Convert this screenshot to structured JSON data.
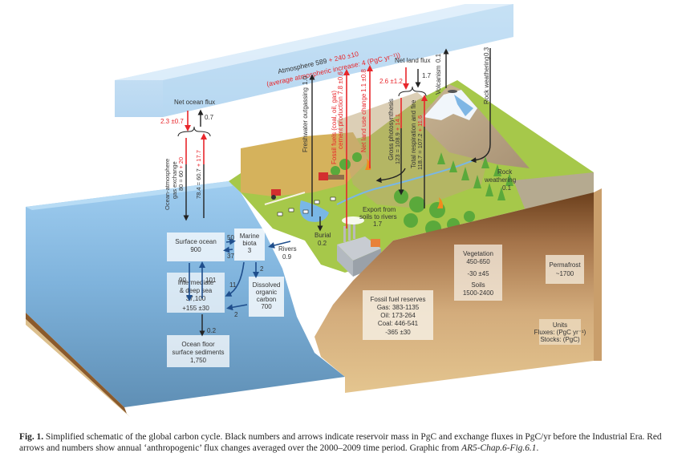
{
  "atmosphere": {
    "label": "Atmosphere 589",
    "anthro": "+ 240 ±10",
    "increase": "(average atmospheric increase: 4 (PgC yr⁻¹))"
  },
  "fluxes": {
    "net_ocean_flux": "Net ocean flux",
    "net_ocean_red": "2.3 ±0.7",
    "net_ocean_black": "0.7",
    "ocean_atm_label_1": "Ocean-atmosphere",
    "ocean_atm_label_2": "gas exchange",
    "ocean_down": "80 = 60",
    "ocean_down_red": "+ 20",
    "ocean_up": "78.4 = 60.7",
    "ocean_up_red": "+ 17.7",
    "freshwater": "Freshwater outgassing",
    "freshwater_val": "1.0",
    "fossil_1": "Fossil fuels (coal, oil, gas)",
    "fossil_2": "cement production",
    "fossil_val": "7.8 ±0.6",
    "landuse": "Net land use change",
    "landuse_val": "1.1 ±0.8",
    "net_land_flux": "Net land flux",
    "net_land_red": "2.6 ±1.2",
    "net_land_black": "1.7",
    "gpp_label": "Gross photosynthesis",
    "gpp_val": "123 = 108.9",
    "gpp_red": "+ 14.1",
    "resp_label": "Total respiration and fire",
    "resp_val": "118.7 = 107.2",
    "resp_red": "+ 11.6",
    "volcanism": "Volcanism",
    "volcanism_val": "0.1",
    "rock_weathering": "Rock weathering",
    "rock_weathering_val": "0.3",
    "rock_weathering_land_1": "Rock",
    "rock_weathering_land_2": "weathering",
    "rock_weathering_land_3": "0.1",
    "export_1": "Export from",
    "export_2": "soils to rivers",
    "export_3": "1.7",
    "rivers": "Rivers",
    "rivers_val": "0.9",
    "burial": "Burial",
    "burial_val": "0.2",
    "surf_to_biota": "50",
    "biota_to_surf": "37",
    "surf_to_deep": "90",
    "deep_to_surf": "101",
    "biota_to_doc": "2",
    "biota_to_deep": "11",
    "doc_to_deep": "2",
    "deep_to_floor": "0.2"
  },
  "reservoirs": {
    "surface_ocean": [
      "Surface ocean",
      "900"
    ],
    "marine_biota": [
      "Marine",
      "biota",
      "3"
    ],
    "deep_sea": [
      "Intermediate",
      "& deep sea",
      "37,100"
    ],
    "deep_sea_red": "+155 ±30",
    "doc": [
      "Dissolved",
      "organic",
      "carbon",
      "700"
    ],
    "ocean_floor": [
      "Ocean floor",
      "surface sediments",
      "1,750"
    ],
    "fossil_reserves": [
      "Fossil fuel reserves",
      "Gas: 383-1135",
      "Oil: 173-264",
      "Coal: 446-541"
    ],
    "fossil_red": "-365 ±30",
    "vegetation": [
      "Vegetation",
      "450-650"
    ],
    "veg_red": "-30 ±45",
    "soils": [
      "Soils",
      "1500-2400"
    ],
    "permafrost": [
      "Permafrost",
      "~1700"
    ]
  },
  "units": {
    "title": "Units",
    "fluxes": "Fluxes: (PgC yr⁻¹)",
    "stocks": "Stocks: (PgC)"
  },
  "caption": {
    "fig_label": "Fig. 1.",
    "text": " Simplified schematic of the global carbon cycle. Black numbers and arrows indicate reservoir mass in PgC and exchange fluxes in PgC/yr before the Industrial Era. Red arrows and numbers show annual ‘anthropogenic’ flux changes averaged over the 2000–2009 time period. Graphic from ",
    "source": "AR5-Chap.6-Fig.6.1",
    "end": "."
  },
  "colors": {
    "red": "#e8262b",
    "black": "#222222",
    "ocean_arrow": "#1f4e8c",
    "atmosphere": "#bcdaf2"
  }
}
